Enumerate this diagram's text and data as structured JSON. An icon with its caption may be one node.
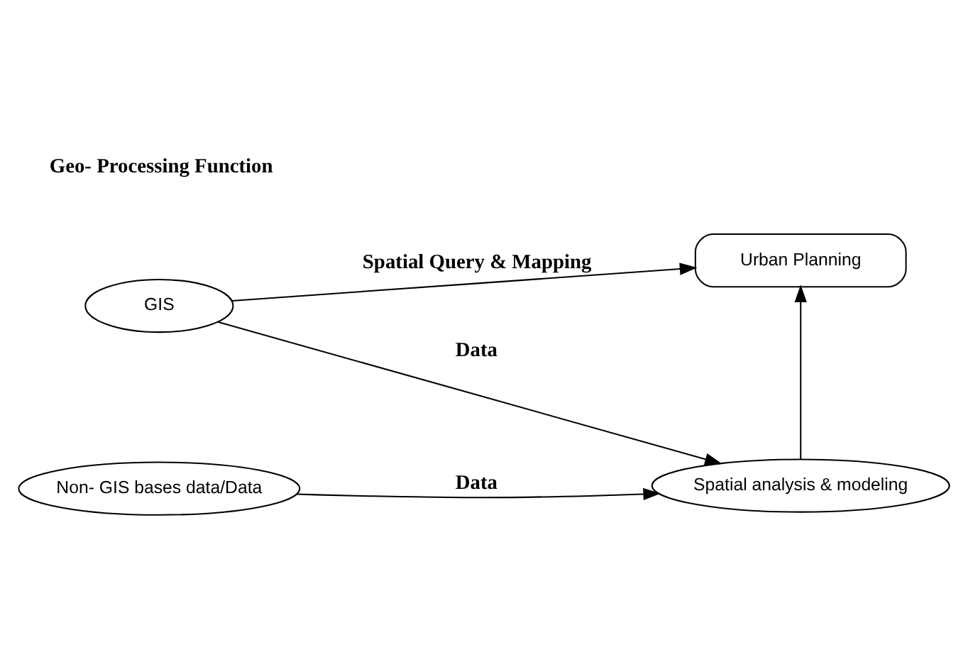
{
  "diagram": {
    "nodes": [
      {
        "text": [
          "GIS"
        ]
      },
      {
        "text": [
          "Urban Planning"
        ]
      },
      {
        "text": [
          "Non- GIS bases data/Data"
        ]
      },
      {
        "text": [
          "Spatial analysis & modeling"
        ]
      }
    ],
    "edges": [
      {
        "from": 0,
        "to": 1,
        "arrow": "to",
        "label": "Spatial Query & Mapping"
      },
      {
        "from": 0,
        "to": 3,
        "arrow": "to",
        "label": "Data"
      },
      {
        "from": 2,
        "to": 3,
        "arrow": "to",
        "label": "Data"
      },
      {
        "from": 3,
        "to": 1,
        "arrow": "to"
      }
    ],
    "labels": [
      "Geo- Processing Function"
    ]
  }
}
